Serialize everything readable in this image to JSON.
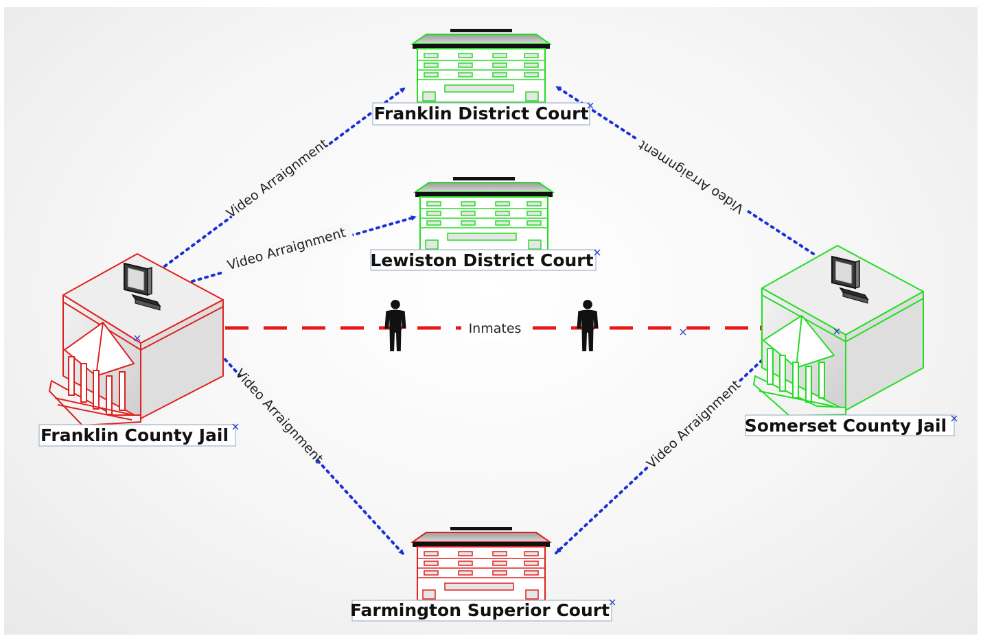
{
  "diagram": {
    "nodes": {
      "franklin_district_court": {
        "label": "Franklin District Court",
        "color": "#22dd22"
      },
      "lewiston_district_court": {
        "label": "Lewiston District Court",
        "color": "#22dd22"
      },
      "farmington_superior_court": {
        "label": "Farmington Superior Court",
        "color": "#e02020"
      },
      "franklin_county_jail": {
        "label": "Franklin County Jail",
        "color": "#e02020"
      },
      "somerset_county_jail": {
        "label": "Somerset County Jail",
        "color": "#22dd22"
      }
    },
    "edges": {
      "fcj_to_fdc": {
        "label": "Video Arraignment",
        "color": "#1a2fd6",
        "style": "dotted"
      },
      "fcj_to_ldc": {
        "label": "Video Arraignment",
        "color": "#1a2fd6",
        "style": "dotted"
      },
      "fcj_to_fsc": {
        "label": "Video Arraignment",
        "color": "#1a2fd6",
        "style": "dotted"
      },
      "scj_to_fdc": {
        "label": "Video Arraignment",
        "color": "#1a2fd6",
        "style": "dotted"
      },
      "scj_to_fsc": {
        "label": "Video Arraignment",
        "color": "#1a2fd6",
        "style": "dotted"
      },
      "inmates": {
        "label": "Inmates",
        "color": "#e81818",
        "style": "dashed"
      }
    },
    "icons": [
      "courthouse-icon",
      "jail-building-icon",
      "monitor-icon",
      "person-icon"
    ]
  }
}
